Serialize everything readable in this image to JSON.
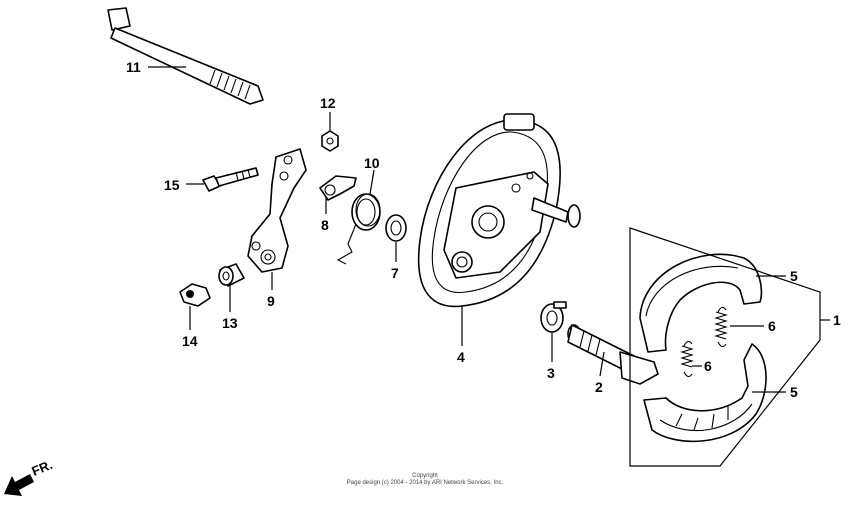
{
  "callouts": {
    "c1": "1",
    "c2": "2",
    "c3": "3",
    "c4": "4",
    "c5a": "5",
    "c5b": "5",
    "c6a": "6",
    "c6b": "6",
    "c7": "7",
    "c8": "8",
    "c9": "9",
    "c10": "10",
    "c11": "11",
    "c12": "12",
    "c13": "13",
    "c14": "14",
    "c15": "15"
  },
  "direction_label": "FR.",
  "copyright": {
    "line1": "Copyright",
    "line2": "Page design (c) 2004 - 2014 by ARI Network Services, Inc."
  }
}
